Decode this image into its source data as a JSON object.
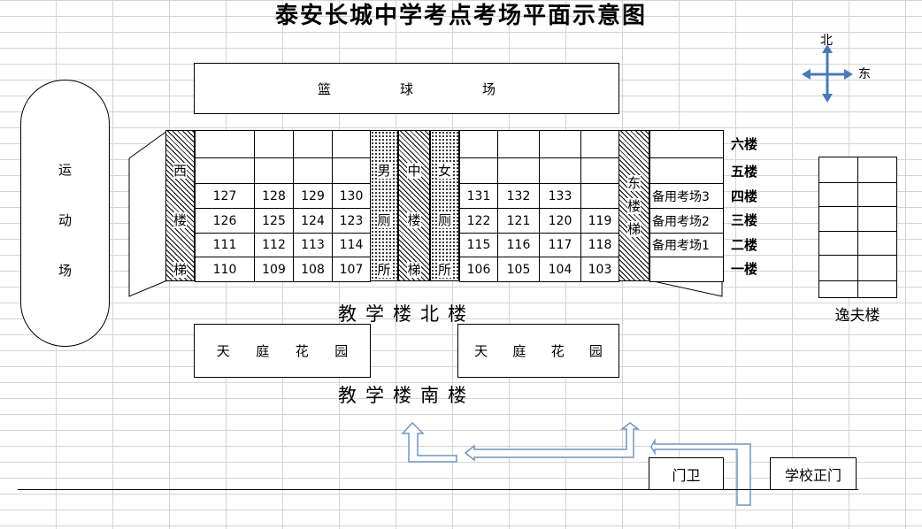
{
  "title": "泰安长城中学考点考场平面示意图",
  "compass": {
    "north": "北",
    "east": "东"
  },
  "basketball": [
    "篮",
    "球",
    "场"
  ],
  "sports_field": [
    "运",
    "动",
    "场"
  ],
  "west_stair": [
    "西",
    "楼",
    "梯"
  ],
  "east_stair": [
    "东",
    "楼",
    "梯"
  ],
  "middle_stair": [
    "中",
    "楼",
    "梯"
  ],
  "men_toilet": [
    "男",
    "厕",
    "所"
  ],
  "women_toilet": [
    "女",
    "厕",
    "所"
  ],
  "floors": [
    "六楼",
    "五楼",
    "四楼",
    "三楼",
    "二楼",
    "一楼"
  ],
  "west_rooms": [
    [
      "",
      "",
      "",
      ""
    ],
    [
      "",
      "",
      "",
      ""
    ],
    [
      "127",
      "128",
      "129",
      "130"
    ],
    [
      "126",
      "125",
      "124",
      "123"
    ],
    [
      "111",
      "112",
      "113",
      "114"
    ],
    [
      "110",
      "109",
      "108",
      "107"
    ]
  ],
  "east_rooms": [
    [
      "",
      "",
      "",
      ""
    ],
    [
      "",
      "",
      "",
      ""
    ],
    [
      "131",
      "132",
      "133",
      ""
    ],
    [
      "122",
      "121",
      "120",
      "119"
    ],
    [
      "115",
      "116",
      "117",
      "118"
    ],
    [
      "106",
      "105",
      "104",
      "103"
    ]
  ],
  "backup_rooms": [
    "",
    "",
    "备用考场3",
    "备用考场2",
    "备用考场1",
    ""
  ],
  "north_building": "教学楼北楼",
  "south_building": "教学楼南楼",
  "garden_west": [
    "天",
    "庭",
    "花",
    "园"
  ],
  "garden_east": [
    "天",
    "庭",
    "花",
    "园"
  ],
  "yifu_building": "逸夫楼",
  "guard": "门卫",
  "main_gate": "学校正门",
  "colors": {
    "arrow": "#6f95c2",
    "compass": "#4a7ab8",
    "grid": "#d4d4d4"
  }
}
